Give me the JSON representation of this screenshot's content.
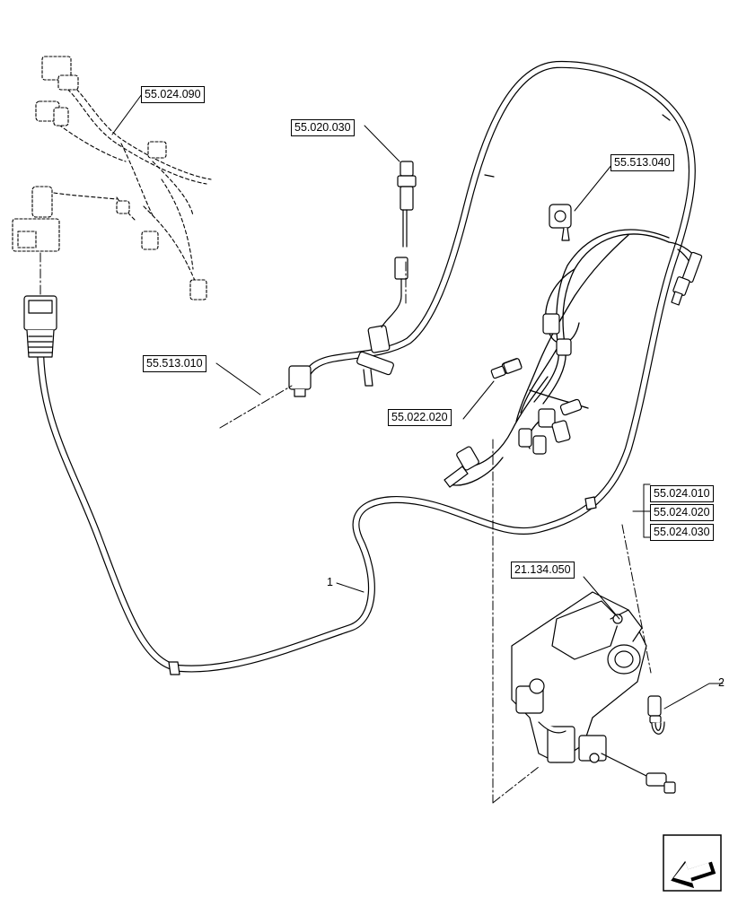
{
  "references": {
    "r1": "55.024.090",
    "r2": "55.020.030",
    "r3": "55.513.040",
    "r4": "55.513.010",
    "r5": "55.022.020",
    "r6": "55.024.010",
    "r7": "55.024.020",
    "r8": "55.024.030",
    "r9": "21.134.050"
  },
  "item_numbers": {
    "item1": "1",
    "item2": "2"
  },
  "icons": {
    "navigation": "back-arrow-icon"
  },
  "colors": {
    "line": "#000000",
    "background": "#ffffff"
  }
}
